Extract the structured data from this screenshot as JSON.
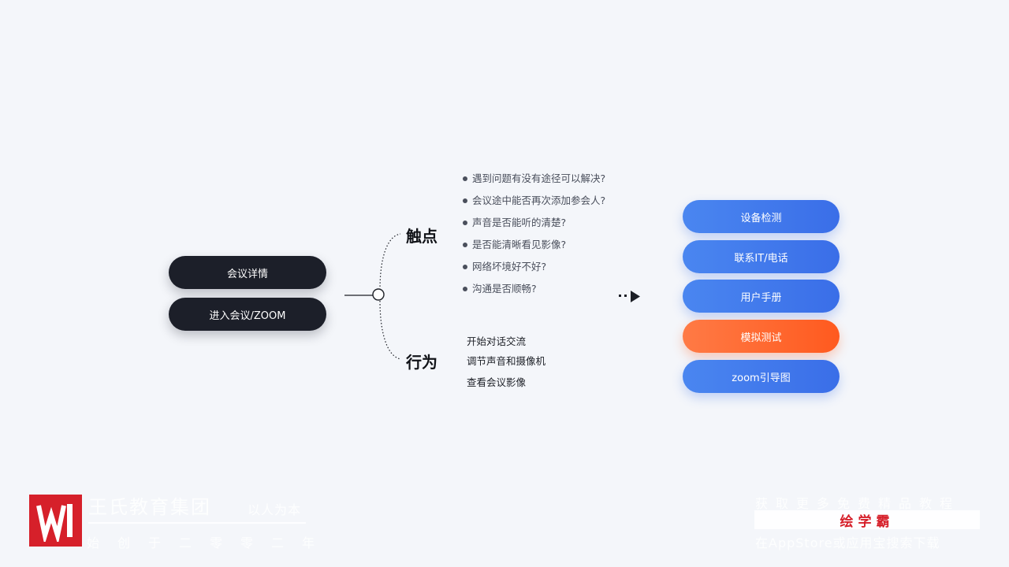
{
  "left_nodes": [
    "会议详情",
    "进入会议/ZOOM"
  ],
  "branches": {
    "touch_label": "触点",
    "action_label": "行为"
  },
  "touch_points": [
    "遇到问题有没有途径可以解决?",
    "会议途中能否再次添加参会人?",
    "声音是否能听的清楚?",
    "是否能清晰看见影像?",
    "网络坏境好不好?",
    "沟通是否顺畅?"
  ],
  "actions": [
    "开始对话交流",
    "调节声音和摄像机",
    "查看会议影像"
  ],
  "solutions": [
    "设备检测",
    "联系IT/电话",
    "用户手册",
    "模拟测试",
    "zoom引导图"
  ],
  "highlight_solution_index": 3,
  "colors": {
    "dark_pill": "#1c1f29",
    "blue_pill": "#3a6ee8",
    "orange_pill": "#ff5a1f",
    "background": "#f4f6fa",
    "watermark_red": "#d6202a"
  },
  "watermark": {
    "org_name": "王氏教育集团",
    "slogan": "以人为本",
    "since": "始创于二零零二年",
    "promo": "获取更多免费精品教程",
    "brand": "绘学霸",
    "download": "在AppStore或应用宝搜索下载"
  }
}
